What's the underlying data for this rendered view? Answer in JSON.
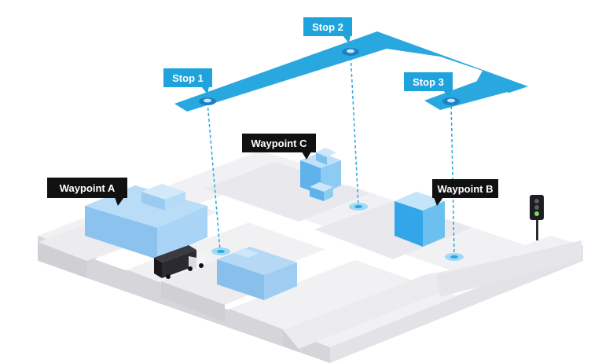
{
  "stops": [
    {
      "label": "Stop 1"
    },
    {
      "label": "Stop 2"
    },
    {
      "label": "Stop 3"
    }
  ],
  "waypoints": [
    {
      "label": "Waypoint A"
    },
    {
      "label": "Waypoint B"
    },
    {
      "label": "Waypoint C"
    }
  ],
  "icons": [
    "truck-icon",
    "traffic-light-icon"
  ],
  "colors": {
    "route": "#29a8e0",
    "stop_tag": "#1fa3dc",
    "waypoint_tag": "#111111",
    "ground": "#f1f1f3",
    "road": "#ffffff",
    "block_side": "#d9d9dd",
    "building": "#8cc8f2"
  }
}
